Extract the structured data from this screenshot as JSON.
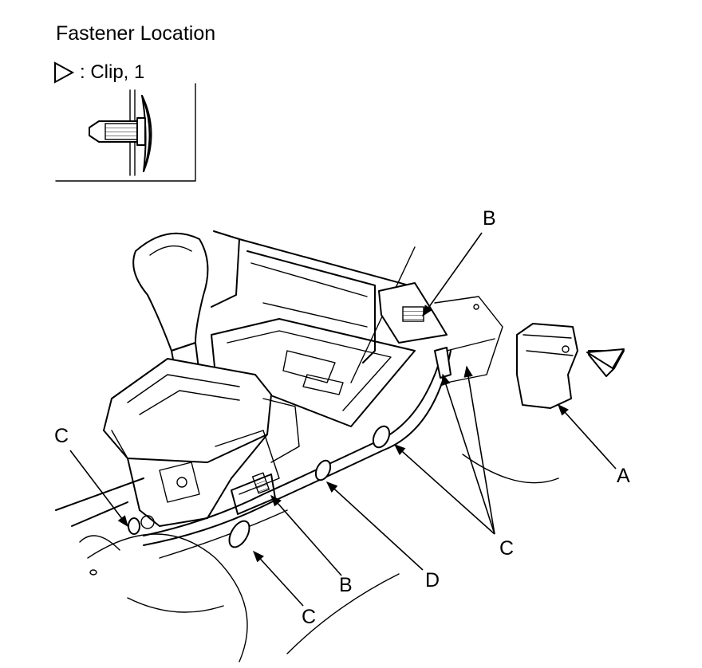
{
  "title": "Fastener Location",
  "legend": {
    "symbol": "triangle-outline-icon",
    "text": ": Clip, 1"
  },
  "callouts": {
    "a": "A",
    "b_top": "B",
    "b_bottom": "B",
    "c_left": "C",
    "c_right": "C",
    "c_bottom": "C",
    "d": "D"
  }
}
